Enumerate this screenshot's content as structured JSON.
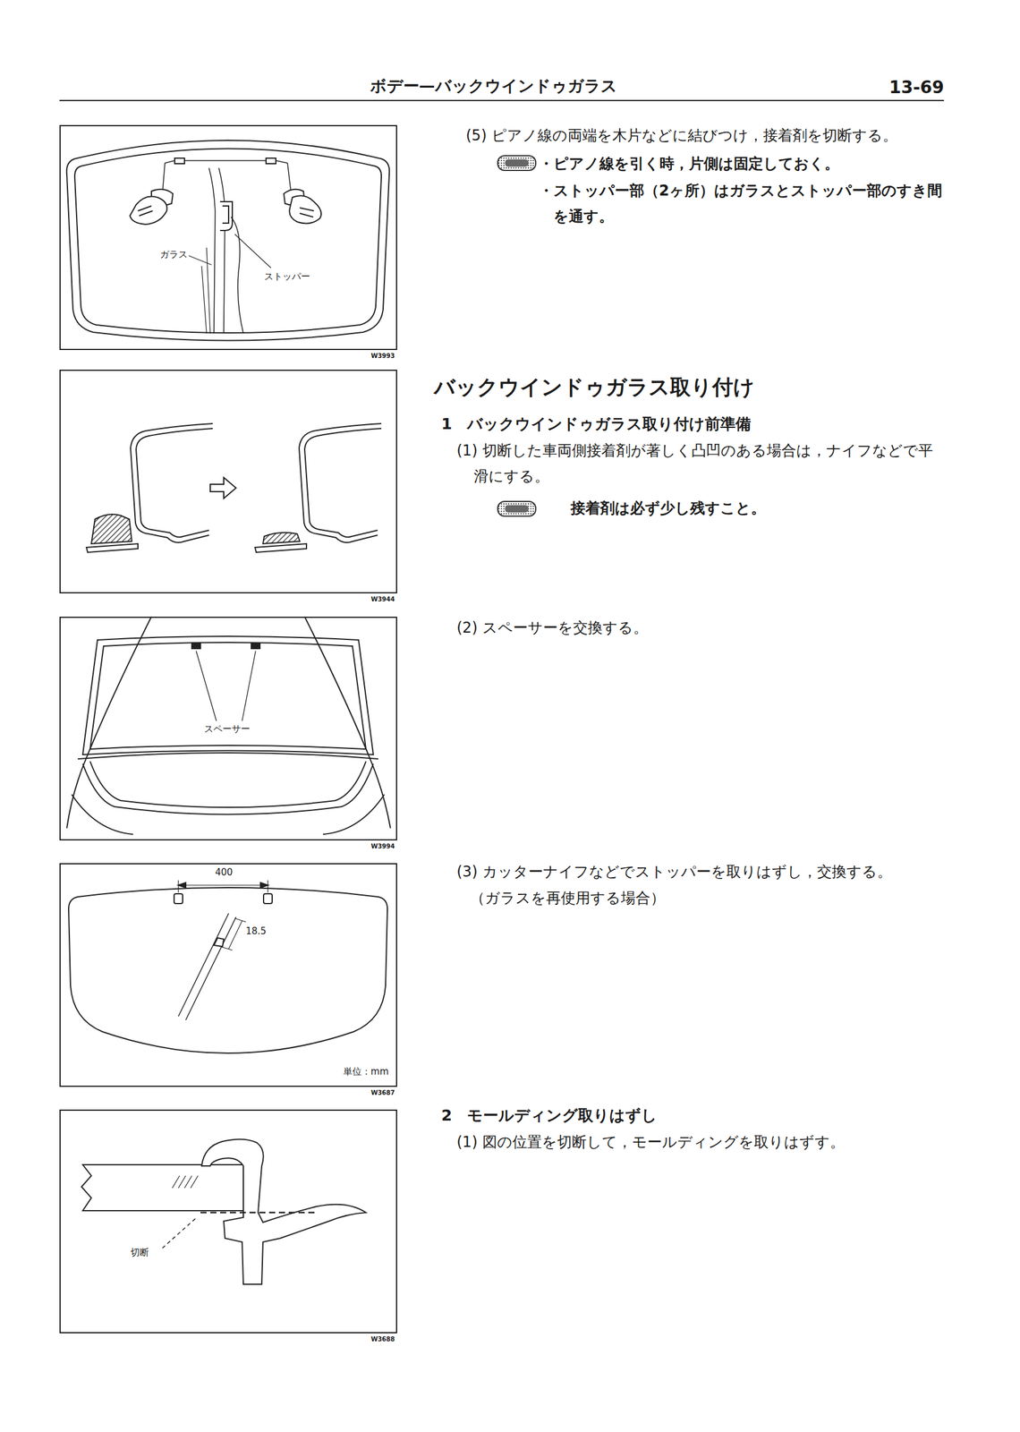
{
  "diagram": {
    "nodes": [
      {
        "text": [
          "ガラス",
          "ストッパー",
          "W3993"
        ]
      },
      {
        "text": [
          "W3944"
        ]
      },
      {
        "text": [
          "スペーサー",
          "W3994"
        ]
      },
      {
        "text": [
          "400",
          "18.5",
          "単位：mm",
          "W3687"
        ]
      },
      {
        "text": [
          "切断",
          "W3688"
        ]
      }
    ],
    "labels": [
      "ボデー—バックウインドゥガラス",
      "13-69",
      "(5) ピアノ線の両端を木片などに結びつけ，接着剤を切断する。",
      "・ピアノ線を引く時，片側は固定しておく。",
      "・ストッパー部（2ヶ所）はガラスとストッパー部のすき間を通す。",
      "バックウインドゥガラス取り付け",
      "1　バックウインドゥガラス取り付け前準備",
      "(1) 切断した車両側接着剤が著しく凸凹のある場合は，ナイフなどで平滑にする。",
      "接着剤は必ず少し残すこと。",
      "(2) スペーサーを交換する。",
      "(3) カッターナイフなどでストッパーを取りはずし，交換する。",
      "（ガラスを再使用する場合）",
      "2　モールディング取りはずし",
      "(1) 図の位置を切断して，モールディングを取りはずす。"
    ]
  }
}
